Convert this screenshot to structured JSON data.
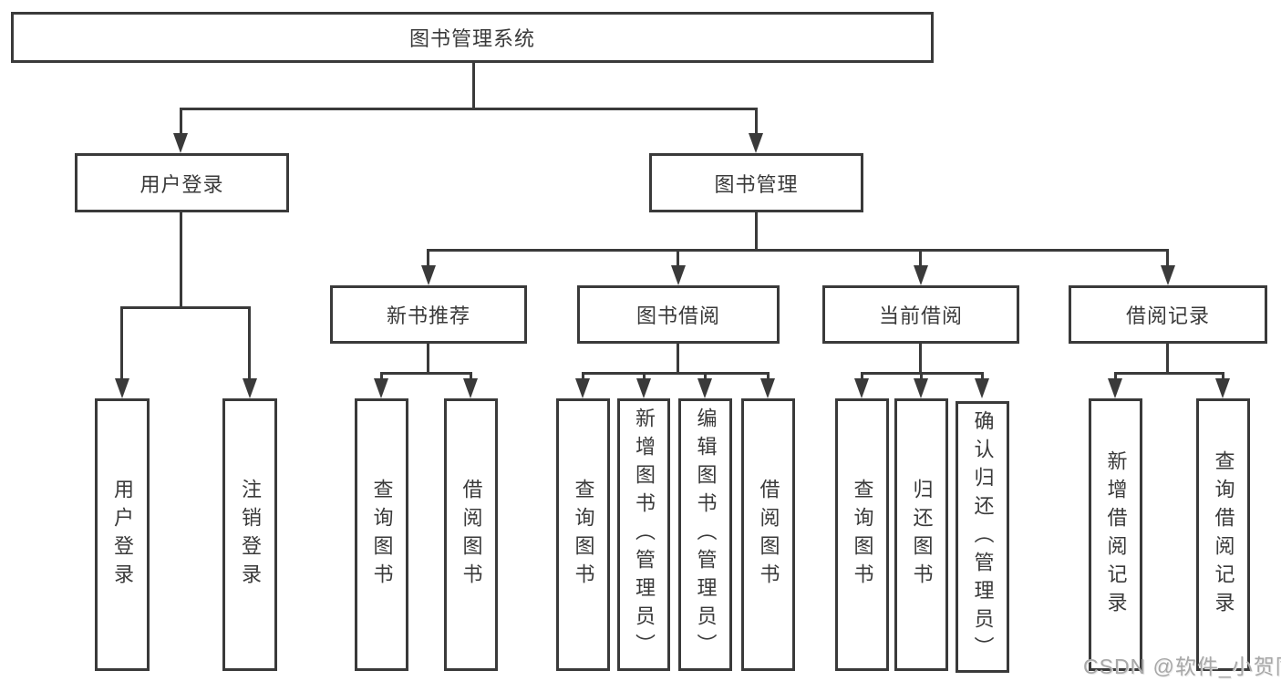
{
  "colors": {
    "line": "#3a3a3a",
    "text": "#3a3a3a",
    "background": "#ffffff",
    "watermark": "#a8a8a8"
  },
  "watermark": {
    "text": "CSDN @软件_小贺同学"
  },
  "tree": {
    "root": {
      "label": "图书管理系统",
      "children": [
        {
          "label": "用户登录",
          "children": [
            {
              "label": "用户登录"
            },
            {
              "label": "注销登录"
            }
          ]
        },
        {
          "label": "图书管理",
          "children": [
            {
              "label": "新书推荐",
              "children": [
                {
                  "label": "查询图书"
                },
                {
                  "label": "借阅图书"
                }
              ]
            },
            {
              "label": "图书借阅",
              "children": [
                {
                  "label": "查询图书"
                },
                {
                  "label": "新增图书（管理员）"
                },
                {
                  "label": "编辑图书（管理员）"
                },
                {
                  "label": "借阅图书"
                }
              ]
            },
            {
              "label": "当前借阅",
              "children": [
                {
                  "label": "查询图书"
                },
                {
                  "label": "归还图书"
                },
                {
                  "label": "确认归还（管理员）"
                }
              ]
            },
            {
              "label": "借阅记录",
              "children": [
                {
                  "label": "新增借阅记录"
                },
                {
                  "label": "查询借阅记录"
                }
              ]
            }
          ]
        }
      ]
    }
  }
}
